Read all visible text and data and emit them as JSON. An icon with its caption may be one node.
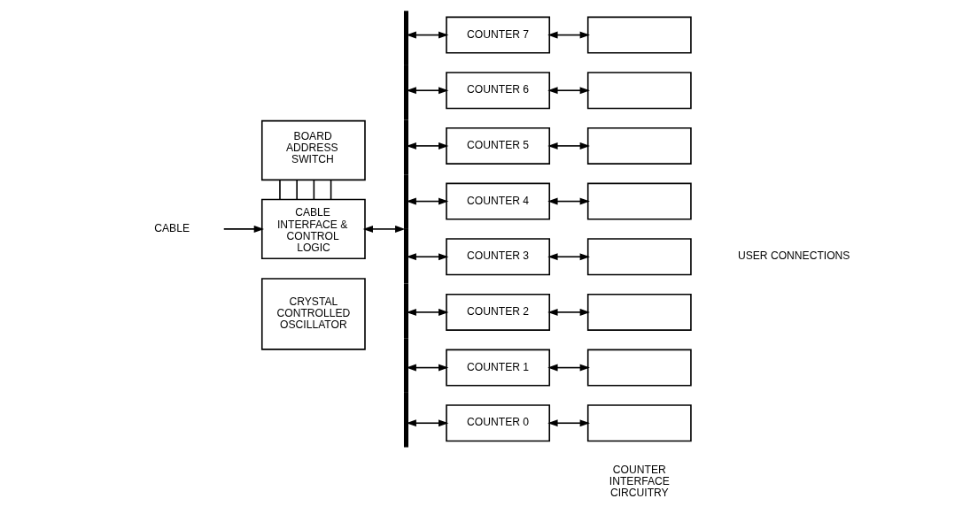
{
  "diagram": {
    "nodes": [
      {
        "text": [
          "BOARD ADDRESS SWITCH"
        ]
      },
      {
        "text": [
          "CABLE"
        ]
      },
      {
        "text": [
          "CABLE INTERFACE & CONTROL LOGIC"
        ]
      },
      {
        "text": [
          "CRYSTAL CONTROLLED OSCILLATOR"
        ]
      },
      {
        "text": [],
        "shape": "bar"
      },
      {
        "text": [
          "COUNTER 7"
        ]
      },
      {
        "text": [
          "COUNTER 6"
        ]
      },
      {
        "text": [
          "COUNTER 5"
        ]
      },
      {
        "text": [
          "COUNTER 4"
        ]
      },
      {
        "text": [
          "COUNTER 3"
        ]
      },
      {
        "text": [
          "COUNTER 2"
        ]
      },
      {
        "text": [
          "COUNTER 1"
        ]
      },
      {
        "text": [
          "COUNTER 0"
        ]
      },
      {
        "text": [],
        "shape": "box"
      },
      {
        "text": [],
        "shape": "box"
      },
      {
        "text": [],
        "shape": "box"
      },
      {
        "text": [],
        "shape": "box"
      },
      {
        "text": [],
        "shape": "box"
      },
      {
        "text": [],
        "shape": "box"
      },
      {
        "text": [],
        "shape": "box"
      },
      {
        "text": [],
        "shape": "box",
        "beside": [
          "COUNTER INTERFACE CIRCUITRY"
        ]
      }
    ],
    "edges": [
      {
        "from": 0,
        "to": 2,
        "arrow": "none"
      },
      {
        "from": 0,
        "to": 2,
        "arrow": "none"
      },
      {
        "from": 0,
        "to": 2,
        "arrow": "none"
      },
      {
        "from": 0,
        "to": 2,
        "arrow": "none"
      },
      {
        "from": 1,
        "to": 2,
        "arrow": "to"
      },
      {
        "from": 2,
        "to": 4,
        "arrow": "both"
      },
      {
        "from": 4,
        "to": 5,
        "arrow": "both"
      },
      {
        "from": 4,
        "to": 6,
        "arrow": "both"
      },
      {
        "from": 4,
        "to": 7,
        "arrow": "both"
      },
      {
        "from": 4,
        "to": 8,
        "arrow": "both"
      },
      {
        "from": 4,
        "to": 9,
        "arrow": "both"
      },
      {
        "from": 4,
        "to": 10,
        "arrow": "both"
      },
      {
        "from": 4,
        "to": 11,
        "arrow": "both"
      },
      {
        "from": 4,
        "to": 12,
        "arrow": "both"
      },
      {
        "from": 5,
        "to": 13,
        "arrow": "both"
      },
      {
        "from": 6,
        "to": 14,
        "arrow": "both"
      },
      {
        "from": 7,
        "to": 15,
        "arrow": "both"
      },
      {
        "from": 8,
        "to": 16,
        "arrow": "both"
      },
      {
        "from": 9,
        "to": 17,
        "arrow": "both"
      },
      {
        "from": 10,
        "to": 18,
        "arrow": "both"
      },
      {
        "from": 11,
        "to": 19,
        "arrow": "both"
      },
      {
        "from": 12,
        "to": 20,
        "arrow": "both"
      }
    ],
    "labels": [
      "USER CONNECTIONS"
    ]
  }
}
